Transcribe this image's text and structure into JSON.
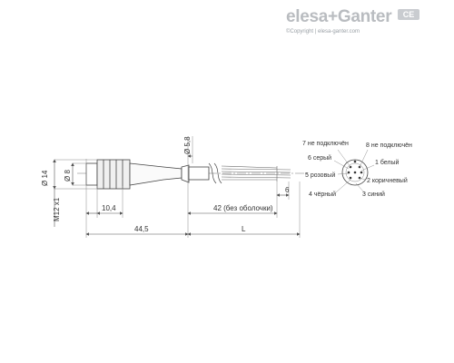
{
  "logo": {
    "brand": "elesa+Ganter",
    "copyright": "©Copyright | elesa-ganter.com",
    "mark": "CE"
  },
  "dimensions": {
    "d14": "Ø 14",
    "d8": "Ø 8",
    "thread": "M12 x1",
    "d58": "Ø 5,8",
    "l104": "10,4",
    "l445": "44,5",
    "L": "L",
    "l42": "42 (без оболочки)",
    "l6": "6"
  },
  "pins": [
    {
      "label": "7 не подключён"
    },
    {
      "label": "8 не подключён"
    },
    {
      "label": "6 серый"
    },
    {
      "label": "1 белый"
    },
    {
      "label": "5 розовый"
    },
    {
      "label": "2 коричневый"
    },
    {
      "label": "4 чёрный"
    },
    {
      "label": "3 синий"
    }
  ]
}
